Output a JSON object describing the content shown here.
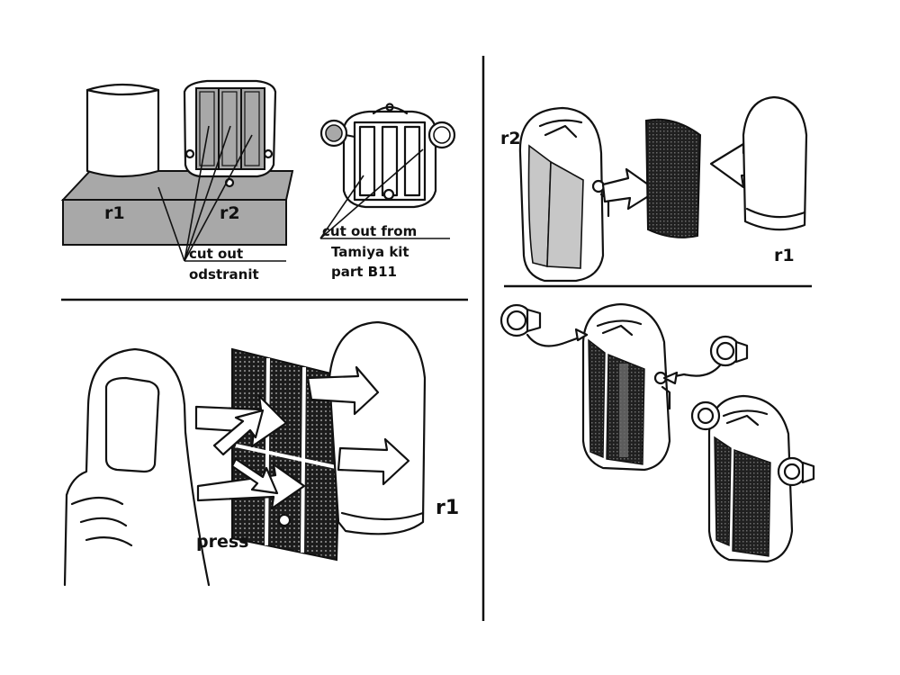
{
  "labels": {
    "r1_topleft": "r1",
    "r2_topleft": "r2",
    "cut_out": "cut out",
    "odstranit": "odstranit",
    "cut_out_from": "cut out from",
    "tamiya_kit": "Tamiya kit",
    "part_b11": "part  B11",
    "r2_topright": "r2",
    "r1_topright": "r1",
    "press": "press",
    "r1_bottomleft": "r1"
  },
  "colors": {
    "ink": "#111111",
    "gray_fill": "#a8a8a8",
    "mesh": "#1c1c1c",
    "paper": "#ffffff"
  }
}
